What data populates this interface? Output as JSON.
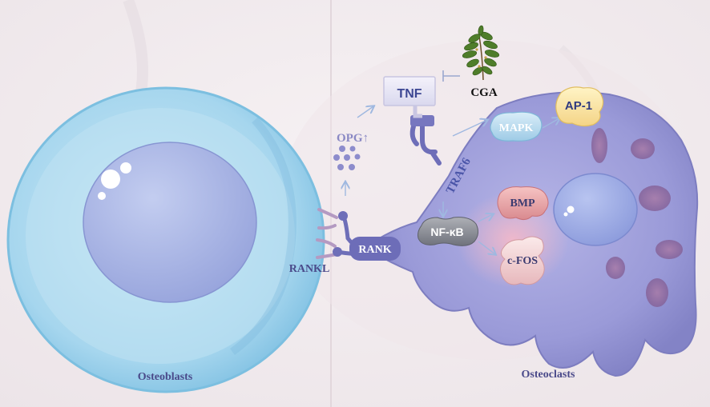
{
  "labels": {
    "tnf": "TNF",
    "cga": "CGA",
    "opg": "OPG↑",
    "mapk": "MAPK",
    "ap1": "AP-1",
    "traf6": "TRAF6",
    "nfkb": "NF-κB",
    "bmp": "BMP",
    "cfos": "c-FOS",
    "rank": "RANK",
    "rankl": "RANKL",
    "osteoblasts": "Osteoblasts",
    "osteoclasts": "Osteoclasts"
  },
  "colors": {
    "background": "#f3eef0",
    "osteoblast_membrane": "#a9d8ee",
    "osteoblast_nucleus": "#a9b6e6",
    "osteoclast_body": "#8f8fd0",
    "label_text": "#4a4a8a",
    "accent_text": "#2f3a80"
  },
  "icons": {
    "cga": "plant-leaves-icon",
    "inhibition": "inhibition-bar-icon",
    "arrows": "activation-arrow-icon"
  }
}
